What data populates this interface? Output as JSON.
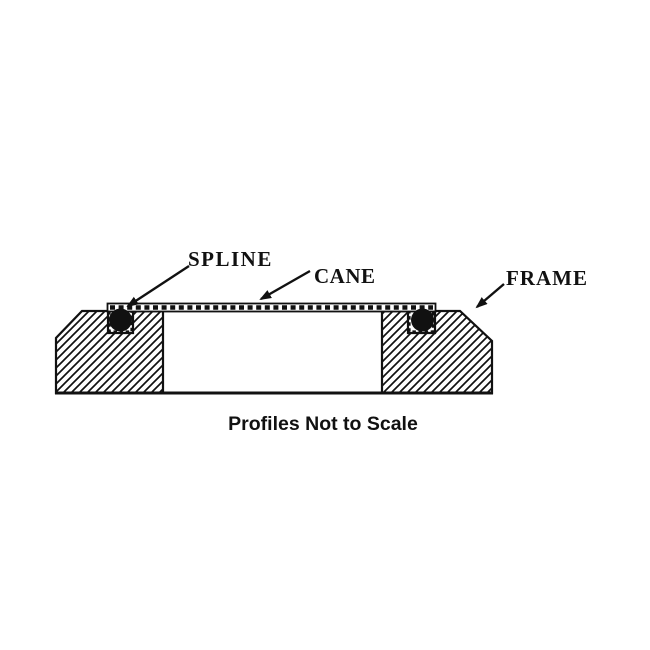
{
  "page": {
    "background_color": "#ffffff",
    "ink_color": "#111111"
  },
  "diagram": {
    "caption": "Profiles Not to Scale",
    "labels": {
      "spline": "SPLINE",
      "cane": "CANE",
      "frame": "FRAME"
    },
    "parts": {
      "spline_color": "#111111",
      "frame_fill": "diagonal-hatch",
      "cane_fill": "dashed-strip"
    }
  }
}
